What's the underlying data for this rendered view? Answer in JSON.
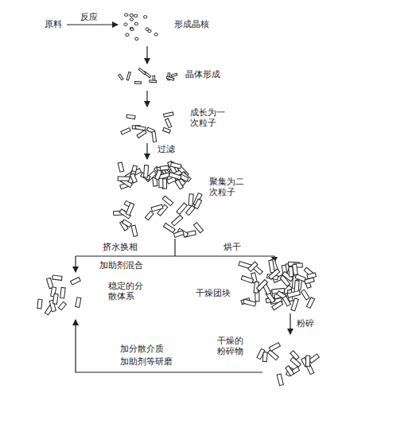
{
  "diagram": {
    "labels": [
      "原料",
      "反应",
      "形成晶核",
      "晶体形成",
      "成长为一次粒子",
      "过滤",
      "聚集为二次粒子",
      "挤水换相",
      "加助剂混合",
      "烘干",
      "稳定的分散体系",
      "干燥团块",
      "粉碎",
      "干燥的粉碎物",
      "加分散介质",
      "加助剂等研磨"
    ]
  }
}
